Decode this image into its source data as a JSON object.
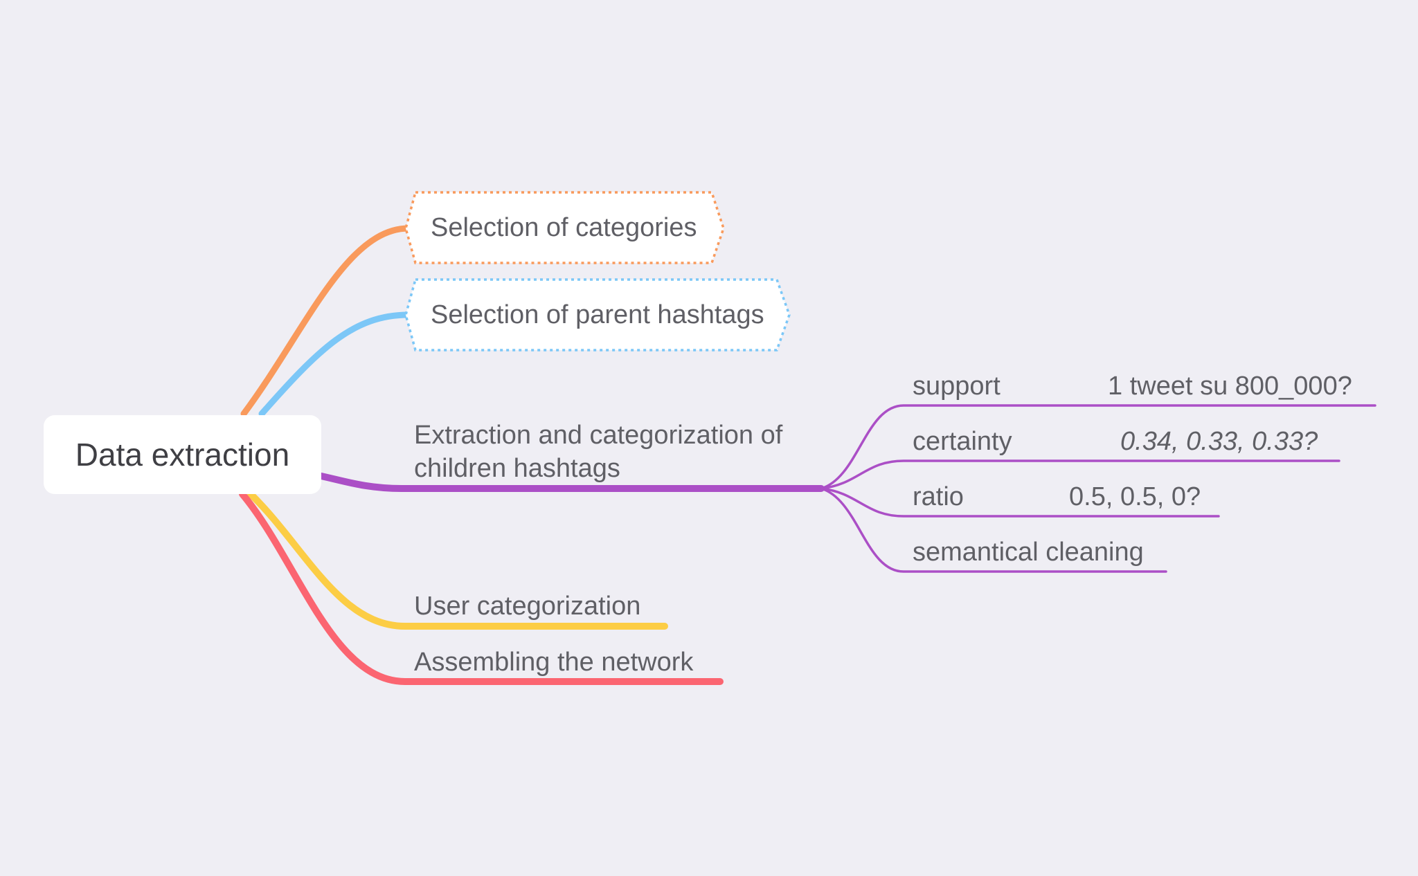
{
  "mindmap": {
    "root": {
      "label": "Data extraction"
    },
    "branches": [
      {
        "id": "categories",
        "label": "Selection of categories",
        "color": "#f99a5c",
        "style": "dotted-hexagon"
      },
      {
        "id": "parent-hashtags",
        "label": "Selection of parent hashtags",
        "color": "#7cc7f7",
        "style": "dotted-hexagon"
      },
      {
        "id": "children-hashtags",
        "label_line1": "Extraction and categorization of",
        "label_line2": "children hashtags",
        "color": "#ab4fc6",
        "children": [
          {
            "id": "support",
            "label": "support",
            "value": "1 tweet su 800_000?"
          },
          {
            "id": "certainty",
            "label": "certainty",
            "value": "0.34, 0.33, 0.33?"
          },
          {
            "id": "ratio",
            "label": "ratio",
            "value": "0.5, 0.5, 0?"
          },
          {
            "id": "semantical-cleaning",
            "label": "semantical cleaning"
          }
        ]
      },
      {
        "id": "user-categorization",
        "label": "User categorization",
        "color": "#fccd45"
      },
      {
        "id": "assembling-network",
        "label": "Assembling the network",
        "color": "#fb6571"
      }
    ]
  }
}
